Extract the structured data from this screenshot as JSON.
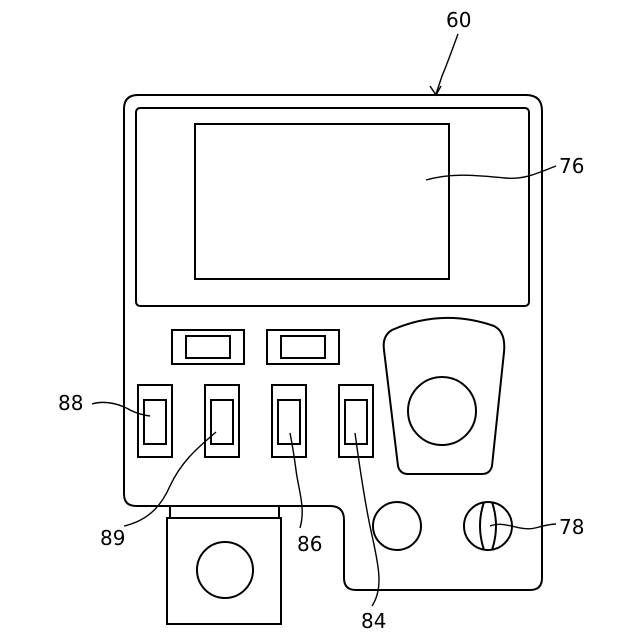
{
  "figure": {
    "reference_numerals": {
      "device": "60",
      "display_screen": "76",
      "knob": "78",
      "switch_84": "84",
      "switch_86": "86",
      "switch_88": "88",
      "switch_89": "89"
    }
  },
  "colors": {
    "line": "#000000",
    "background": "#ffffff"
  }
}
